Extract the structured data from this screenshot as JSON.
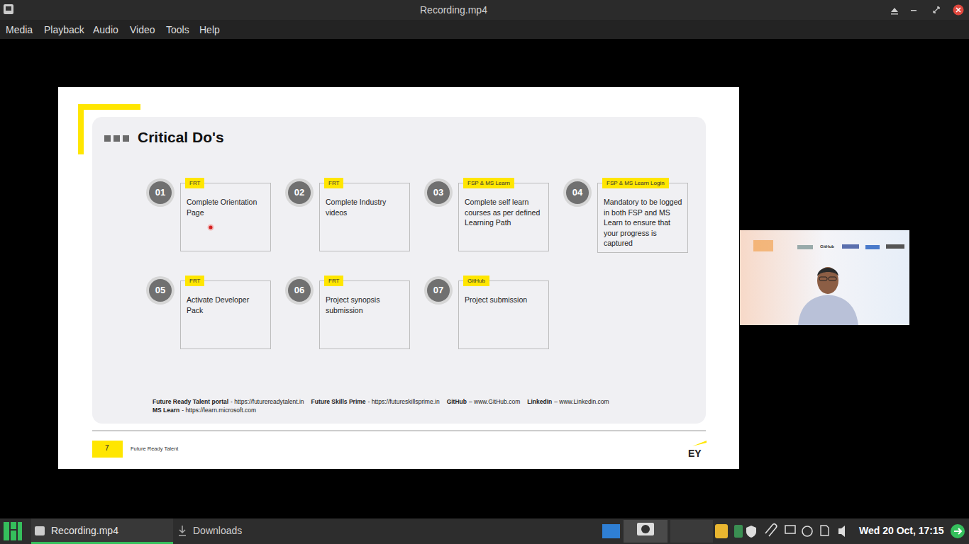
{
  "diagram": {
    "title": "Critical Do's",
    "nodes": [
      {
        "text": [
          "01",
          "FRT",
          "Complete Orientation Page"
        ]
      },
      {
        "text": [
          "02",
          "FRT",
          "Complete Industry videos"
        ]
      },
      {
        "text": [
          "03",
          "FSP & MS Learn",
          "Complete self learn courses as per defined Learning Path"
        ]
      },
      {
        "text": [
          "04",
          "FSP & MS Learn Login",
          "Mandatory to be logged in both FSP and MS Learn to ensure that your progress is captured"
        ]
      },
      {
        "text": [
          "05",
          "FRT",
          "Activate Developer Pack"
        ]
      },
      {
        "text": [
          "06",
          "FRT",
          "Project synopsis submission"
        ]
      },
      {
        "text": [
          "07",
          "GitHub",
          "Project submission"
        ]
      }
    ],
    "labels": [
      "Recording.mp4",
      "Media",
      "Playback",
      "Audio",
      "Video",
      "Tools",
      "Help",
      "Future Ready Talent portal",
      "- https://futurereadytalent.in",
      "Future Skills Prime",
      "- https://futureskillsprime.in",
      "GitHub",
      "– www.GitHub.com",
      "LinkedIn",
      "– www.Linkedin.com",
      "MS Learn",
      "- https://learn.microsoft.com",
      "7",
      "Future Ready Talent",
      "EY",
      "GitHub",
      "Recording.mp4",
      "Downloads",
      "Wed 20 Oct, 17:15"
    ]
  }
}
